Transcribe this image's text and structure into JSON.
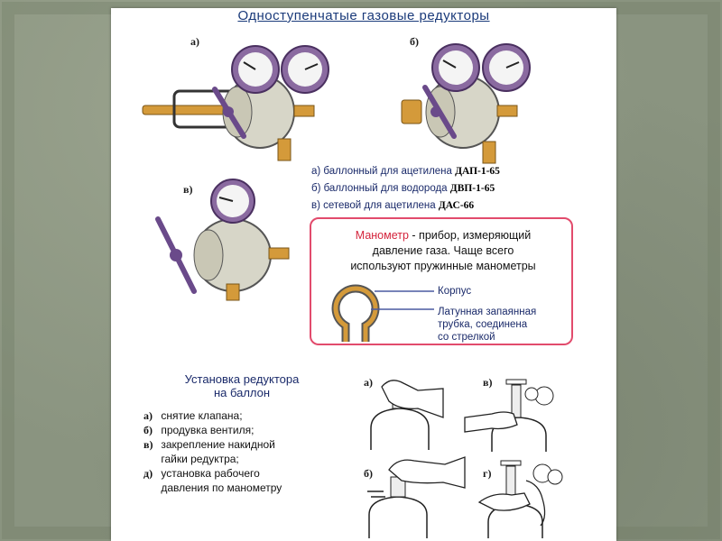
{
  "title": "Одноступенчатые газовые редукторы",
  "labels": {
    "a": "а)",
    "b": "б)",
    "v": "в)"
  },
  "legend": [
    {
      "text": "а) баллонный для ацетилена",
      "model": "ДАП-1-65"
    },
    {
      "text": "б) баллонный для водорода",
      "model": "ДВП-1-65"
    },
    {
      "text": "в) сетевой для ацетилена",
      "model": "ДАС-66"
    }
  ],
  "manometer": {
    "term": "Манометр",
    "definition_lines": [
      "- прибор, измеряющий",
      "давление газа. Чаще всего",
      "используют пружинные манометры"
    ],
    "korpus": "Корпус",
    "tube_lines": [
      "Латунная запаянная",
      "трубка, соединена",
      "со стрелкой"
    ]
  },
  "installation": {
    "title_lines": [
      "Установка редуктора",
      "на баллон"
    ],
    "steps": [
      {
        "key": "а)",
        "lines": [
          "снятие клапана;"
        ]
      },
      {
        "key": "б)",
        "lines": [
          "продувка вентиля;"
        ]
      },
      {
        "key": "в)",
        "lines": [
          "закрепление накидной",
          "гайки редуктра;"
        ]
      },
      {
        "key": "д)",
        "lines": [
          "установка рабочего",
          "давления по манометру"
        ]
      }
    ],
    "photo_labels": {
      "a": "а)",
      "v": "в)",
      "b": "б)",
      "g": "г)"
    }
  },
  "colors": {
    "accent_red": "#e24b6c",
    "title_blue": "#1a3a7a",
    "gauge_purple": "#8a6aa0",
    "brass": "#d49a3a"
  }
}
